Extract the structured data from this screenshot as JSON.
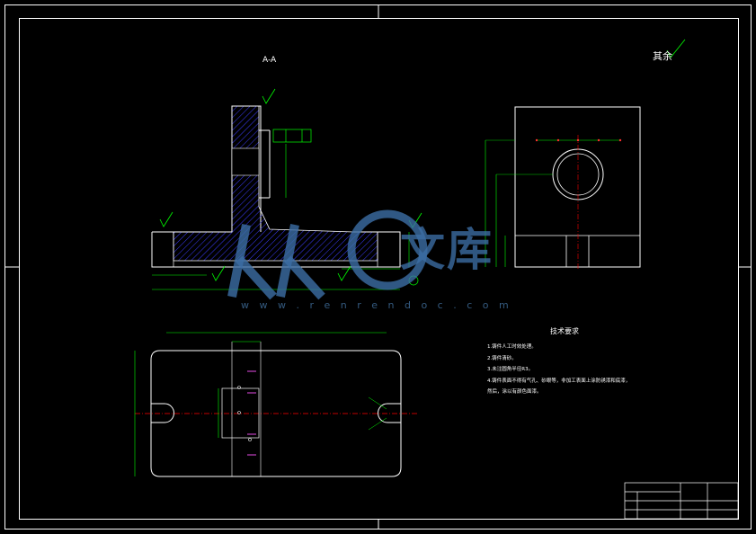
{
  "section_label": "A-A",
  "surface_rest_label": "其余",
  "watermark": {
    "chinese": "文库",
    "url": "w w w . r e n r e n d o c . c o m"
  },
  "technical_requirements": {
    "title": "技术要求",
    "items": [
      "1.铸件人工时效处理。",
      "2.铸件清砂。",
      "3.未注圆角半径R3。",
      "4.铸件表面不得有气孔、砂眼等，非加工表面上涂防锈漆和底漆，",
      "  然后，涂以有颜色面漆。"
    ]
  },
  "colors": {
    "background": "#000000",
    "outline": "#ffffff",
    "dimension": "#00ff00",
    "centerline": "#ff0000",
    "hatch": "#0000ff",
    "hidden": "#ff00ff",
    "watermark": "#3a6ea8"
  }
}
